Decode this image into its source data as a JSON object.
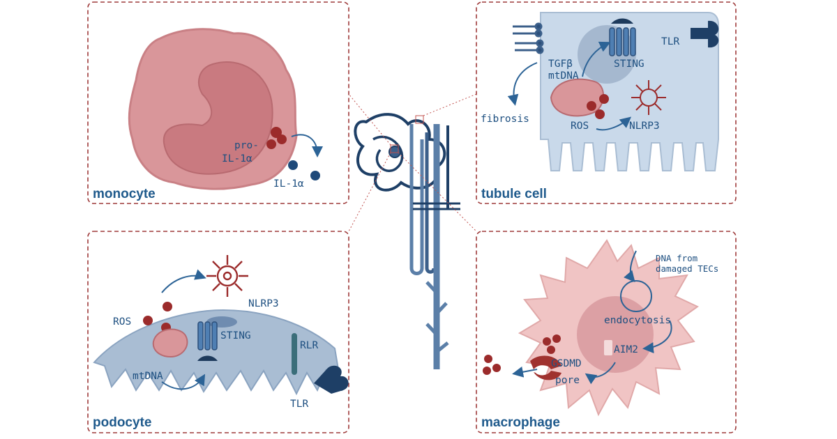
{
  "panels": {
    "monocyte": {
      "title": "monocyte",
      "label_pro": "pro-",
      "label_il1a_inner": "IL-1α",
      "label_il1a_outer": "IL-1α"
    },
    "tubule_cell": {
      "title": "tubule cell",
      "tgfb": "TGFβ",
      "mtdna": "mtDNA",
      "sting": "STING",
      "tlr": "TLR",
      "fibrosis": "fibrosis",
      "ros": "ROS",
      "nlrp3": "NLRP3"
    },
    "podocyte": {
      "title": "podocyte",
      "nlrp3": "NLRP3",
      "ros": "ROS",
      "sting": "STING",
      "rlr": "RLR",
      "mtdna": "mtDNA",
      "tlr": "TLR"
    },
    "macrophage": {
      "title": "macrophage",
      "dna_line1": "DNA from",
      "dna_line2": "damaged TECs",
      "endocytosis": "endocytosis",
      "aim2": "AIM2",
      "gsdmd": "GSDMD",
      "pore": "pore"
    }
  },
  "colors": {
    "frame": "#9e3a3a",
    "label": "#1d4f80",
    "monocyte_body": "#d9969a",
    "tubule_body": "#c9d9ea",
    "podocyte_body": "#a9bdd3",
    "macrophage_body": "#f0c4c4",
    "ros_dot": "#9b2b2b",
    "il1a_dot": "#1f4a7a"
  }
}
